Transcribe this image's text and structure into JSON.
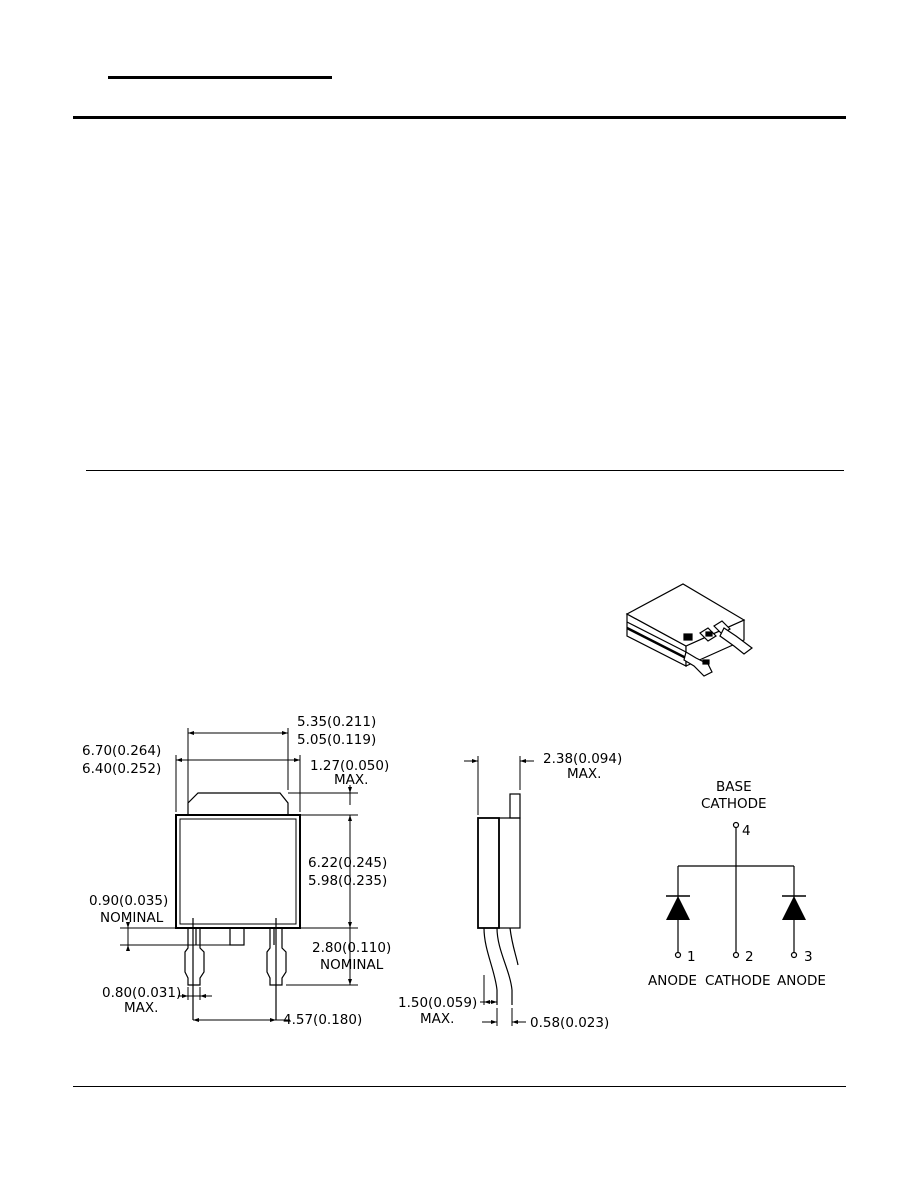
{
  "drawing": {
    "top_view": {
      "body_width": "5.35(0.211)",
      "body_width_min": "5.05(0.119)",
      "overall_width": "6.70(0.264)",
      "overall_width_min": "6.40(0.252)",
      "tab_height": "1.27(0.050)",
      "tab_height_note": "MAX.",
      "body_length": "6.22(0.245)",
      "body_length_min": "5.98(0.235)",
      "standoff": "0.90(0.035)",
      "standoff_note": "NOMINAL",
      "lead_length": "2.80(0.110)",
      "lead_length_note": "NOMINAL",
      "lead_width": "0.80(0.031)",
      "lead_width_note": "MAX.",
      "lead_pitch": "4.57(0.180)"
    },
    "side_view": {
      "height": "2.38(0.094)",
      "height_note": "MAX.",
      "foot": "1.50(0.059)",
      "foot_note": "MAX.",
      "lead_thickness": "0.58(0.023)"
    },
    "schematic": {
      "base_label": "BASE",
      "base_cathode_label": "CATHODE",
      "pin4": "4",
      "pin1": "1",
      "pin2": "2",
      "pin3": "3",
      "anode1": "ANODE",
      "cathode": "CATHODE",
      "anode2": "ANODE"
    }
  }
}
